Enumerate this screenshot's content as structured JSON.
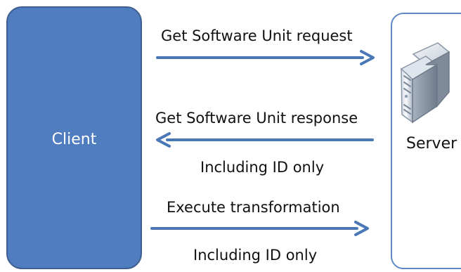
{
  "client": {
    "label": "Client"
  },
  "server": {
    "label": "Server"
  },
  "messages": [
    {
      "text": "Get Software Unit request",
      "direction": "to-server"
    },
    {
      "text": "Get Software Unit response",
      "direction": "to-client",
      "note": "Including ID only"
    },
    {
      "text": "Execute transformation",
      "direction": "to-server",
      "note": "Including ID only"
    }
  ],
  "colors": {
    "client_fill": "#4f7dbf",
    "client_border": "#3f5f8f",
    "server_border": "#5d88c3",
    "arrow": "#4a78b7"
  },
  "icons": {
    "server": "server-tower-icon"
  }
}
